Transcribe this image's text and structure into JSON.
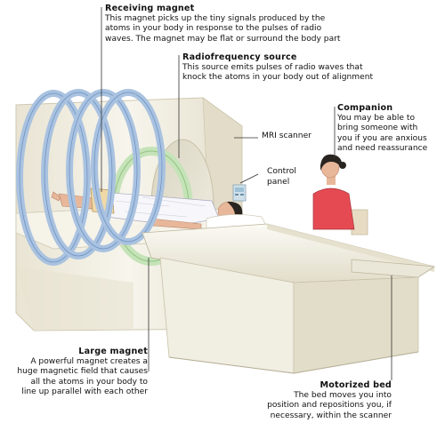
{
  "labels": {
    "receiving_magnet": {
      "title": "Receiving magnet",
      "body": [
        "This magnet picks up the tiny signals produced by the",
        "atoms in your body in response to the pulses of radio",
        "waves. The magnet may be flat or surround the body part"
      ]
    },
    "radiofrequency_source": {
      "title": "Radiofrequency source",
      "body": [
        "This source emits pulses of radio waves that",
        "knock the atoms in your body out of alignment"
      ]
    },
    "companion": {
      "title": "Companion",
      "body": [
        "You may be able to",
        "bring someone with",
        "you if you are anxious",
        "and need reassurance"
      ]
    },
    "mri_scanner": "MRI scanner",
    "control_panel": [
      "Control",
      "panel"
    ],
    "large_magnet": {
      "title": "Large magnet",
      "body": [
        "A powerful magnet creates a",
        "huge magnetic field that causes",
        "all the atoms in your body to",
        "line up parallel with each other"
      ]
    },
    "motorized_bed": {
      "title": "Motorized bed",
      "body": [
        "The bed moves you into",
        "position and repositions you, if",
        "necessary, within the scanner"
      ]
    }
  },
  "colors": {
    "housing": "#f3f0e4",
    "housing_shadow": "#ddd8c4",
    "ring_blue": "#a9c2e0",
    "ring_edge": "#6f93c2",
    "green_coil": "#c5e3b8",
    "bed": "#f4f1e6",
    "skin": "#e8b79a",
    "shirt": "#e54a52"
  }
}
